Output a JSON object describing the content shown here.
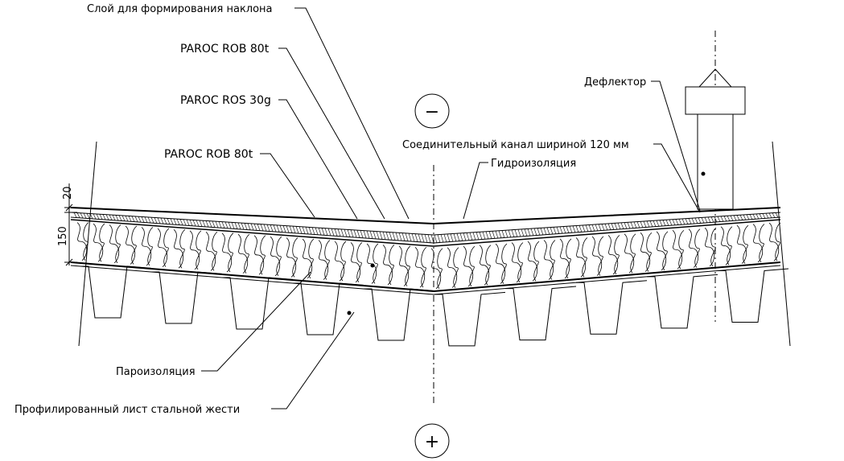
{
  "labels": {
    "slope_layer": "Слой для формирования наклона",
    "rob_top": "PAROC ROB 80t",
    "ros": "PAROC ROS 30g",
    "rob_low": "PAROC ROB 80t",
    "deflector": "Дефлектор",
    "channel": "Соединительный канал шириной 120 мм",
    "waterproof": "Гидроизоляция",
    "vapor": "Пароизоляция",
    "steel_sheet": "Профилированный лист стальной жести"
  },
  "dimensions": {
    "top": "20",
    "total": "150"
  },
  "symbols": {
    "minus": "−",
    "plus": "+"
  }
}
